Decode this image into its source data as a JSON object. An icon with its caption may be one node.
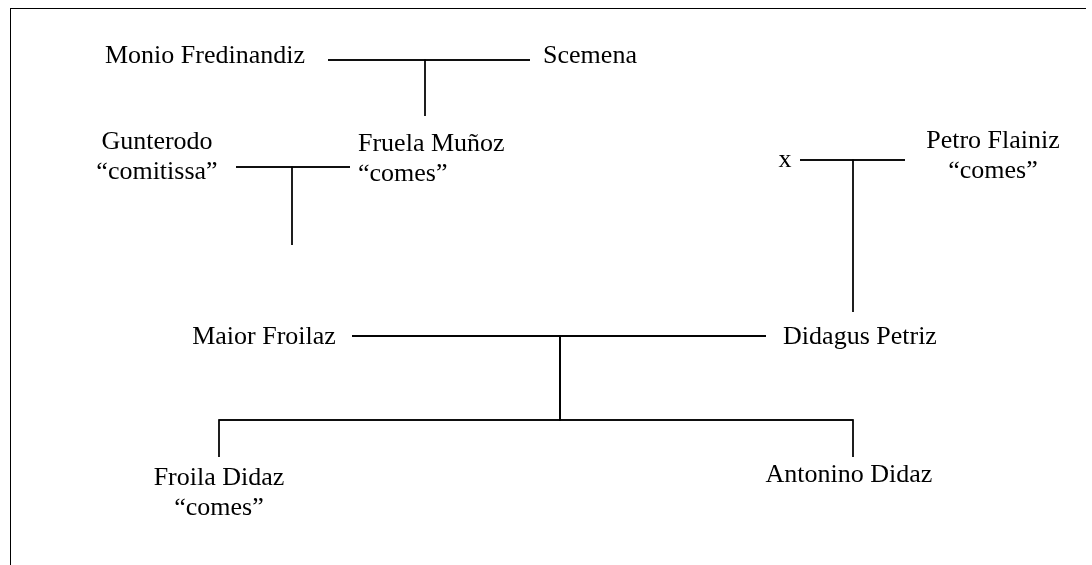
{
  "diagram": {
    "nodes": [
      {
        "text": [
          "Monio Fredinandiz"
        ]
      },
      {
        "text": [
          "Scemena"
        ]
      },
      {
        "text": [
          "Fruela Muñoz",
          "“comes”"
        ]
      },
      {
        "text": [
          "Gunterodo",
          "“comitissa”"
        ]
      },
      {
        "text": [
          "x"
        ]
      },
      {
        "text": [
          "Petro Flainiz",
          "“comes”"
        ]
      },
      {
        "text": [
          "Maior Froilaz"
        ]
      },
      {
        "text": [
          "Didagus Petriz"
        ]
      },
      {
        "text": [
          "Froila Didaz",
          "“comes”"
        ]
      },
      {
        "text": [
          "Antonino Didaz"
        ]
      }
    ],
    "edges": [
      {
        "from": 0,
        "to": 1,
        "arrow": "none"
      },
      {
        "from": 0,
        "to": 2,
        "arrow": "none"
      },
      {
        "from": 1,
        "to": 2,
        "arrow": "none"
      },
      {
        "from": 3,
        "to": 2,
        "arrow": "none"
      },
      {
        "from": 3,
        "to": null,
        "arrow": "none"
      },
      {
        "from": 2,
        "to": null,
        "arrow": "none"
      },
      {
        "from": 4,
        "to": 5,
        "arrow": "none"
      },
      {
        "from": 4,
        "to": 7,
        "arrow": "none"
      },
      {
        "from": 5,
        "to": 7,
        "arrow": "none"
      },
      {
        "from": 6,
        "to": 7,
        "arrow": "none"
      },
      {
        "from": 6,
        "to": 8,
        "arrow": "none"
      },
      {
        "from": 7,
        "to": 8,
        "arrow": "none"
      },
      {
        "from": 6,
        "to": 9,
        "arrow": "none"
      },
      {
        "from": 7,
        "to": 9,
        "arrow": "none"
      }
    ]
  }
}
